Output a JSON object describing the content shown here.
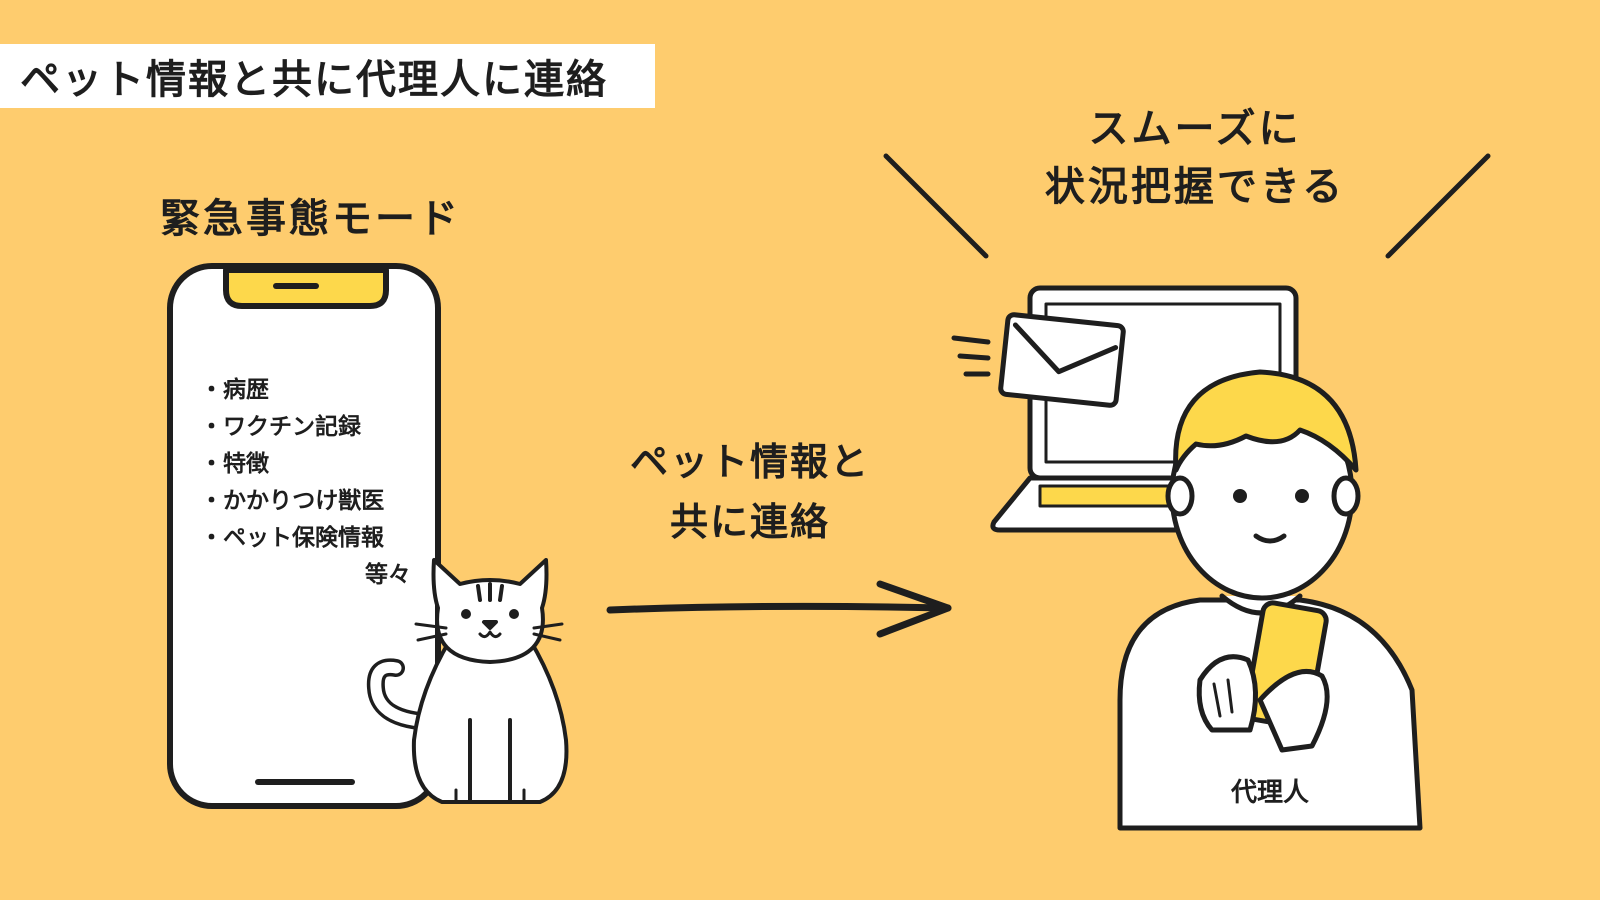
{
  "title": "ペット情報と共に代理人に連絡",
  "emergency_label": "緊急事態モード",
  "phone_info": {
    "items": [
      "病歴",
      "ワクチン記録",
      "特徴",
      "かかりつけ獣医",
      "ペット保険情報"
    ],
    "etc": "等々"
  },
  "arrow_label": {
    "line1": "ペット情報と",
    "line2": "共に連絡"
  },
  "result_label": {
    "line1": "スムーズに",
    "line2": "状況把握できる"
  },
  "agent_label": "代理人",
  "colors": {
    "background": "#FECC6E",
    "accent_yellow": "#FDD84B",
    "outline": "#1E1E1E",
    "white": "#FFFFFF"
  }
}
